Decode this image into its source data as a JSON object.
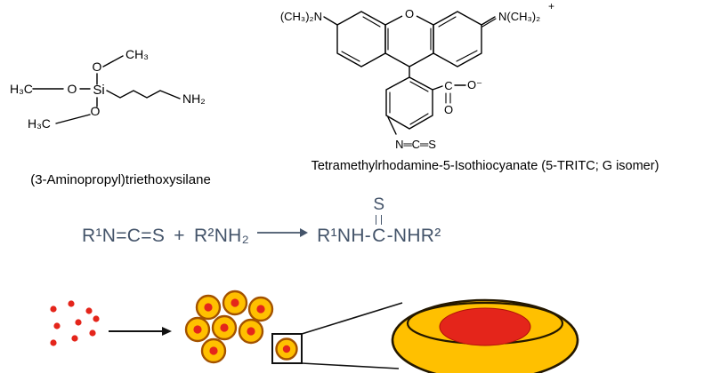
{
  "aptes": {
    "caption": "(3-Aminopropyl)triethoxysilane",
    "atoms": {
      "ch3_top": "CH₃",
      "o_top": "O",
      "h3c_left": "H₃C",
      "o_left": "O",
      "si": "Si",
      "nh2": "NH₂",
      "o_bottom": "O",
      "h3c_bottom": "H₃C"
    }
  },
  "tritc": {
    "caption": "Tetramethylrhodamine-5-Isothiocyanate (5-TRITC; G isomer)",
    "atoms": {
      "n_left": "(CH₃)₂N",
      "o_ring": "O",
      "n_right": "N(CH₃)₂",
      "plus": "+",
      "c_carboxyl": "C",
      "o_minus": "O⁻",
      "o_carbonyl": "O",
      "ncs": "N═C═S"
    }
  },
  "equation": {
    "lhs": "R¹N=C=S + R²NH₂",
    "product_left": "R¹NH-",
    "product_s": "S",
    "product_c": "C",
    "product_right": "-NHR²"
  },
  "schematic": {
    "free_dye_dots": 9,
    "nanoparticles": 7,
    "selected_nanoparticles": 1
  },
  "colors": {
    "equation_text": "#44546A",
    "particle_yellow": "#FFC000",
    "particle_ring": "#A35200",
    "core_red": "#E4251B",
    "outline": "#111111"
  }
}
